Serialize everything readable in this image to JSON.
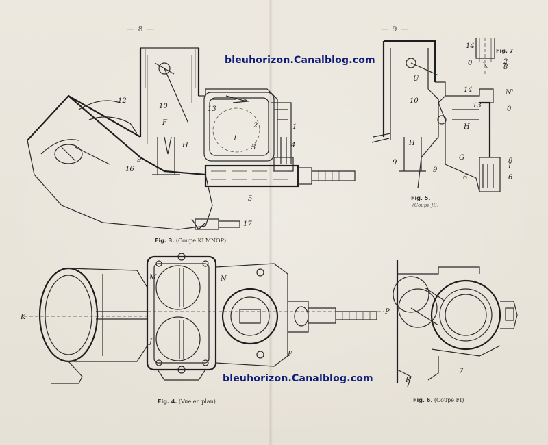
{
  "page_numbers": {
    "left": "— 8 —",
    "right": "— 9 —"
  },
  "watermark": "bleuhorizon.Canalblog.com",
  "figures": {
    "fig3": {
      "label": "Fig. 3.",
      "caption": "(Coupe KLMNOP)."
    },
    "fig4": {
      "label": "Fig. 4.",
      "caption": "(Vue en plan)."
    },
    "fig5": {
      "label": "Fig. 5.",
      "caption": "(Coupe JB)"
    },
    "fig6": {
      "label": "Fig. 6.",
      "caption": "(Coupe FI)"
    },
    "fig7": {
      "label": "Fig. 7"
    }
  },
  "fig3_labels": [
    "12",
    "10",
    "13",
    "F",
    "2",
    "1",
    "1",
    "3",
    "4",
    "9",
    "H",
    "16",
    "5",
    "17"
  ],
  "fig5_labels": [
    "14",
    "0",
    "2",
    "8",
    "U",
    "14",
    "N'",
    "10",
    "13",
    "0",
    "H",
    "G",
    "8",
    "I",
    "6",
    "6",
    "9",
    "9",
    "H"
  ],
  "fig4_labels": [
    "M",
    "N",
    "K",
    "J",
    "P",
    "P"
  ],
  "fig6_labels": [
    "7",
    "R"
  ],
  "colors": {
    "paper": "#ebe6dd",
    "ink": "#2a2a2a",
    "watermark": "#0d1c78"
  }
}
